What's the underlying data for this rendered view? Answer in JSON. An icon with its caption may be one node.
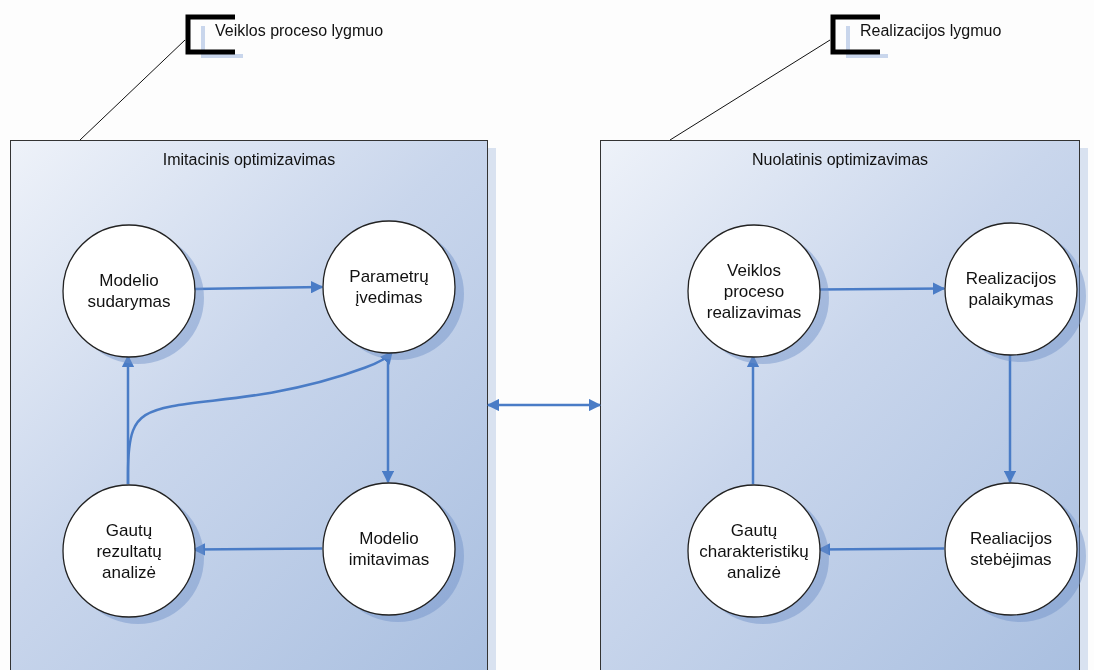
{
  "diagram": {
    "nodes": [
      {
        "text": [
          "Imitacinis optimizavimas"
        ]
      },
      {
        "text": [
          "Modelio sudarymas"
        ],
        "in": 0
      },
      {
        "text": [
          "Parametrų įvedimas"
        ],
        "in": 0
      },
      {
        "text": [
          "Gautų rezultatų analizė"
        ],
        "in": 0
      },
      {
        "text": [
          "Modelio imitavimas"
        ],
        "in": 0
      },
      {
        "text": [
          "Nuolatinis optimizavimas"
        ]
      },
      {
        "text": [
          "Veiklos proceso realizavimas"
        ],
        "in": 5
      },
      {
        "text": [
          "Realizacijos palaikymas"
        ],
        "in": 5
      },
      {
        "text": [
          "Gautų charakteristikų analizė"
        ],
        "in": 5
      },
      {
        "text": [
          "Realiacijos stebėjimas"
        ],
        "in": 5
      },
      {
        "text": [
          "Veiklos proceso lygmuo"
        ]
      },
      {
        "text": [
          "Realizacijos lygmuo"
        ]
      }
    ],
    "edges": [
      {
        "from": 1,
        "to": 2,
        "arrow": "to"
      },
      {
        "from": 2,
        "to": 4,
        "arrow": "to"
      },
      {
        "from": 4,
        "to": 3,
        "arrow": "to"
      },
      {
        "from": 3,
        "to": 1,
        "arrow": "to"
      },
      {
        "from": 3,
        "to": 2,
        "arrow": "to"
      },
      {
        "from": 0,
        "to": 5,
        "arrow": "both"
      },
      {
        "from": 6,
        "to": 7,
        "arrow": "to"
      },
      {
        "from": 7,
        "to": 9,
        "arrow": "to"
      },
      {
        "from": 9,
        "to": 8,
        "arrow": "to"
      },
      {
        "from": 8,
        "to": 6,
        "arrow": "to"
      },
      {
        "from": 10,
        "to": 0,
        "arrow": "none",
        "color": "#111111"
      },
      {
        "from": 11,
        "to": 5,
        "arrow": "none",
        "color": "#111111"
      }
    ]
  }
}
